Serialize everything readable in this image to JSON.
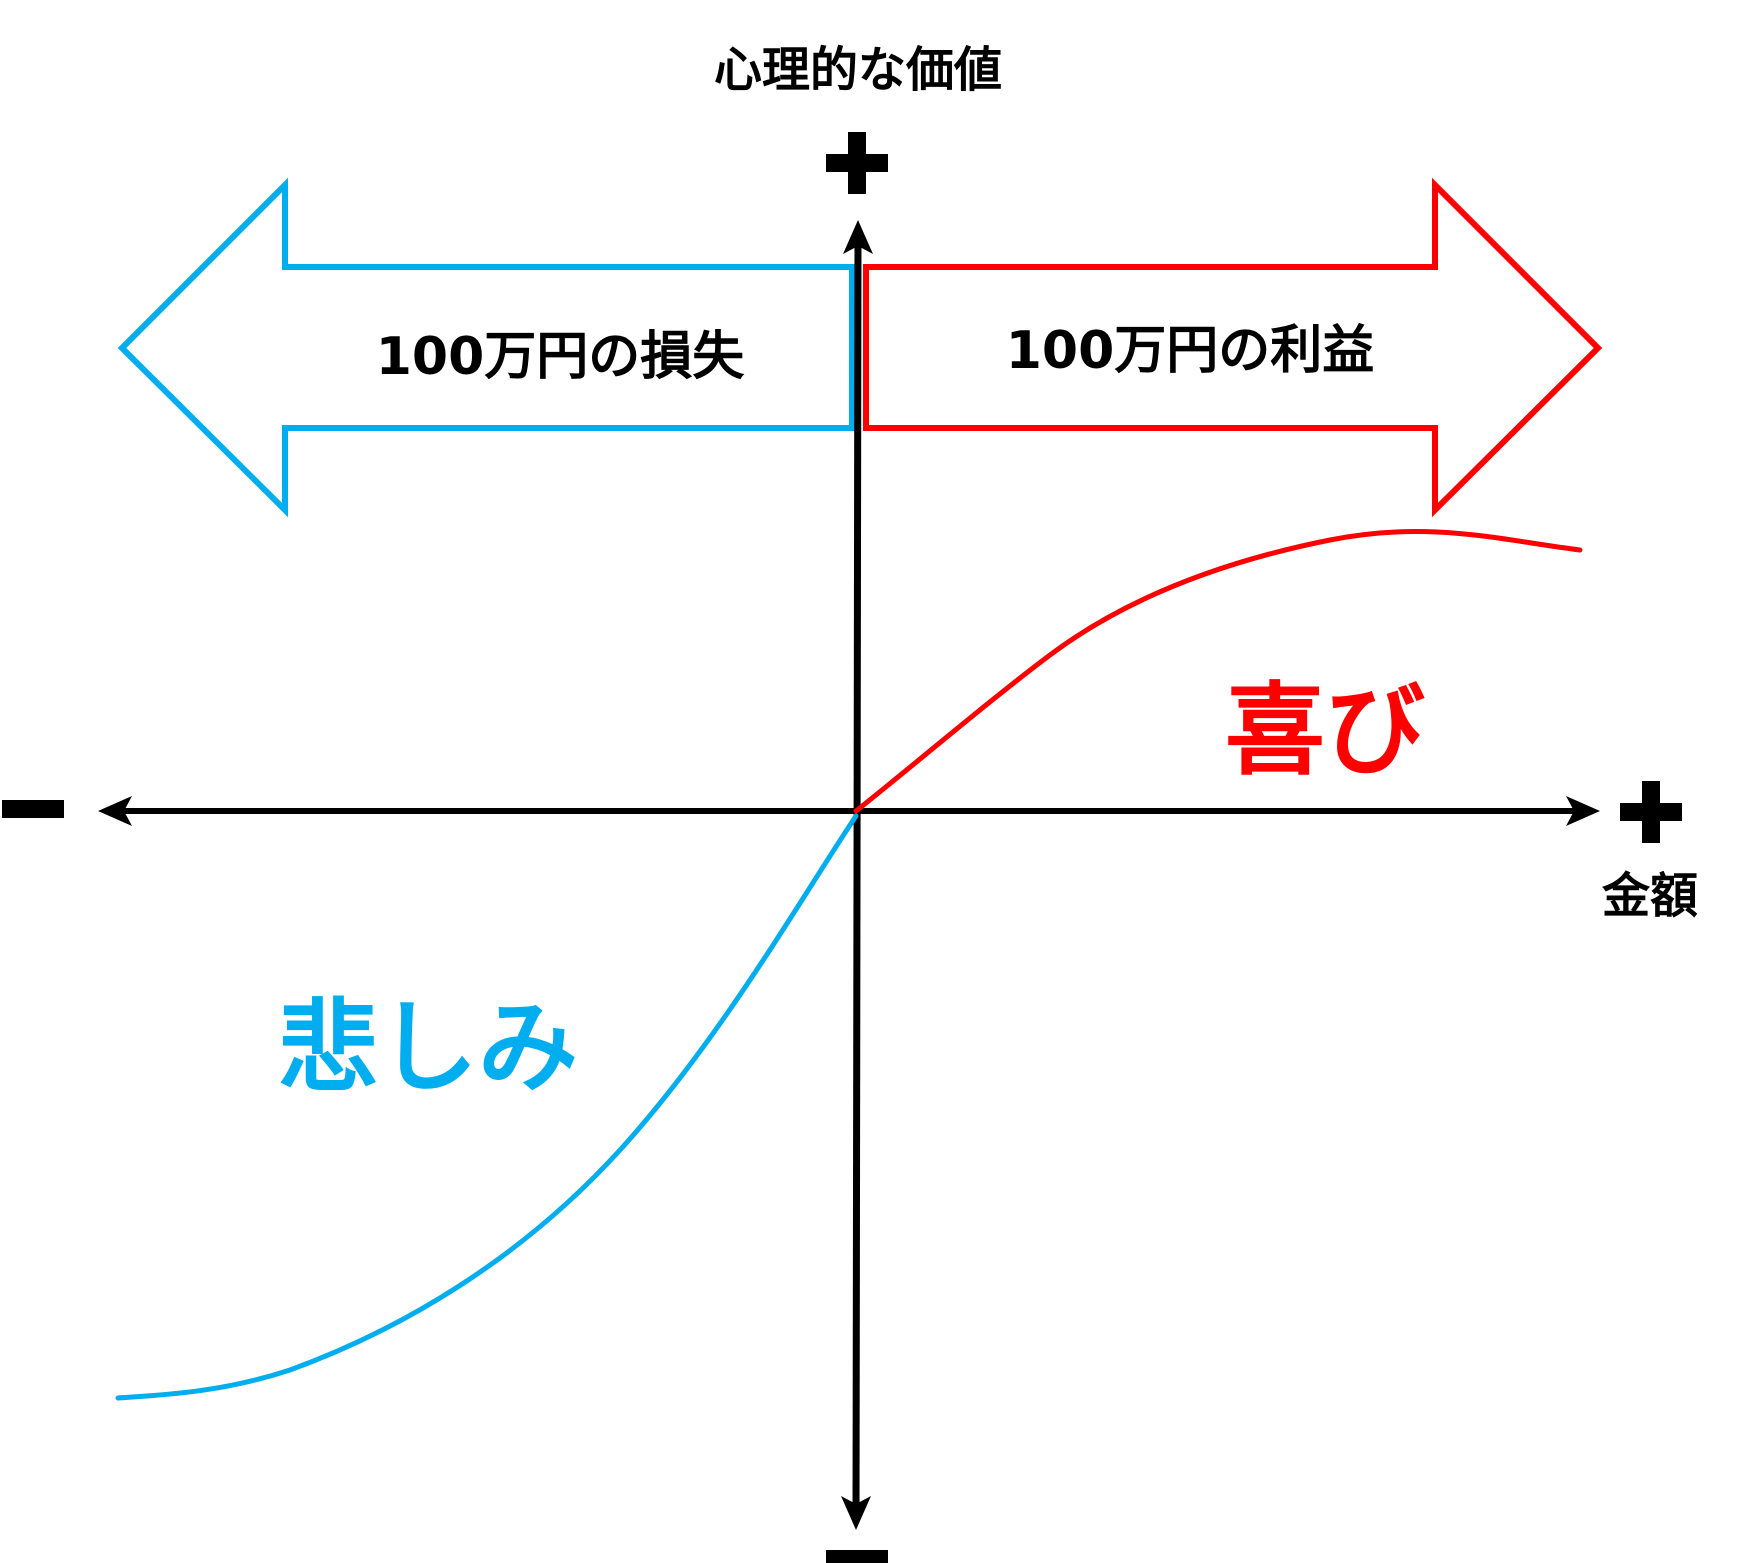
{
  "axes": {
    "y_axis_title": "心理的な価値",
    "y_plus": "+",
    "y_minus": "−",
    "x_axis_title": "金額",
    "x_plus": "+",
    "x_minus": "−"
  },
  "arrows": {
    "loss_label": "100万円の損失",
    "gain_label": "100万円の利益"
  },
  "curves": {
    "gain_label": "喜び",
    "loss_label": "悲しみ"
  },
  "colors": {
    "loss": "#00aeef",
    "gain": "#ff0000",
    "axis": "#000000"
  }
}
